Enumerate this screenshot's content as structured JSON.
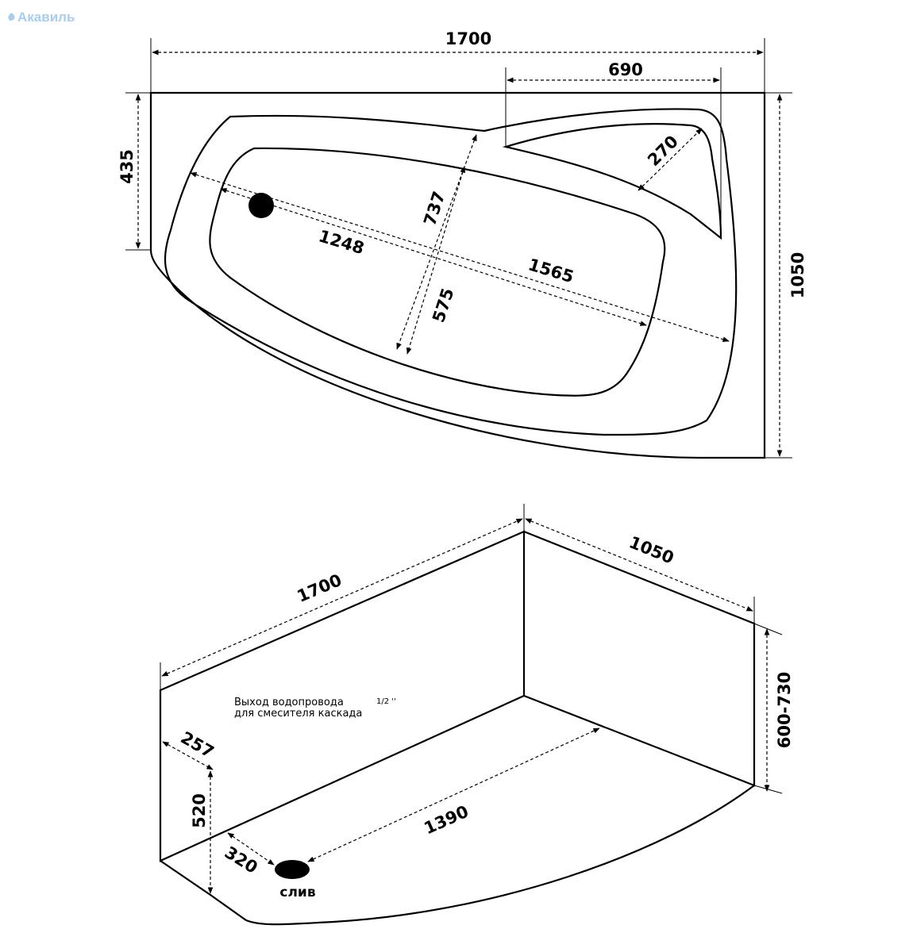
{
  "logo": {
    "text": "Акавиль",
    "color": "#a9cdee"
  },
  "top_view": {
    "dims": {
      "length": "1700",
      "seat_width": "690",
      "left_height": "435",
      "total_height": "1050",
      "seat_depth": "270",
      "inner_width": "737",
      "bottom_width": "575",
      "inner_length": "1248",
      "outer_length": "1565"
    }
  },
  "iso_view": {
    "dims": {
      "length": "1700",
      "depth": "1050",
      "height": "600-730",
      "offset": "257",
      "side_height": "520",
      "drain_offset": "320",
      "drain_distance": "1390"
    },
    "note_line1": "Выход водопровода",
    "note_fraction": "1/2 ''",
    "note_line2": "для смесителя каскада",
    "drain_label": "слив"
  }
}
